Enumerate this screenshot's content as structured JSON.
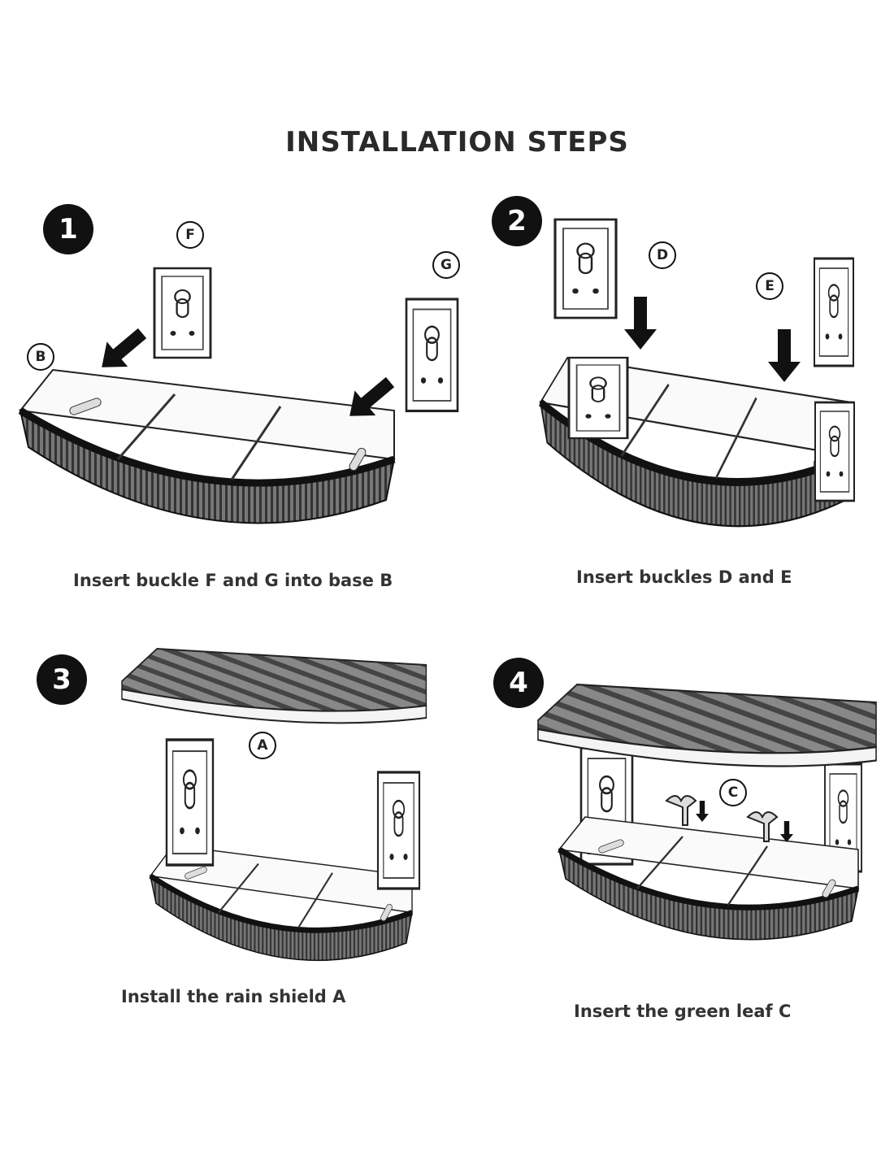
{
  "title": "INSTALLATION STEPS",
  "steps": [
    {
      "number": "1",
      "caption": "Insert buckle F and G into base B",
      "parts": [
        "F",
        "G",
        "B"
      ]
    },
    {
      "number": "2",
      "caption": "Insert buckles D and E",
      "parts": [
        "D",
        "E"
      ]
    },
    {
      "number": "3",
      "caption": "Install the rain shield A",
      "parts": [
        "A"
      ]
    },
    {
      "number": "4",
      "caption": "Insert the green leaf C",
      "parts": [
        "C"
      ]
    }
  ],
  "colors": {
    "ink": "#111111",
    "text": "#333333",
    "background": "#ffffff"
  }
}
